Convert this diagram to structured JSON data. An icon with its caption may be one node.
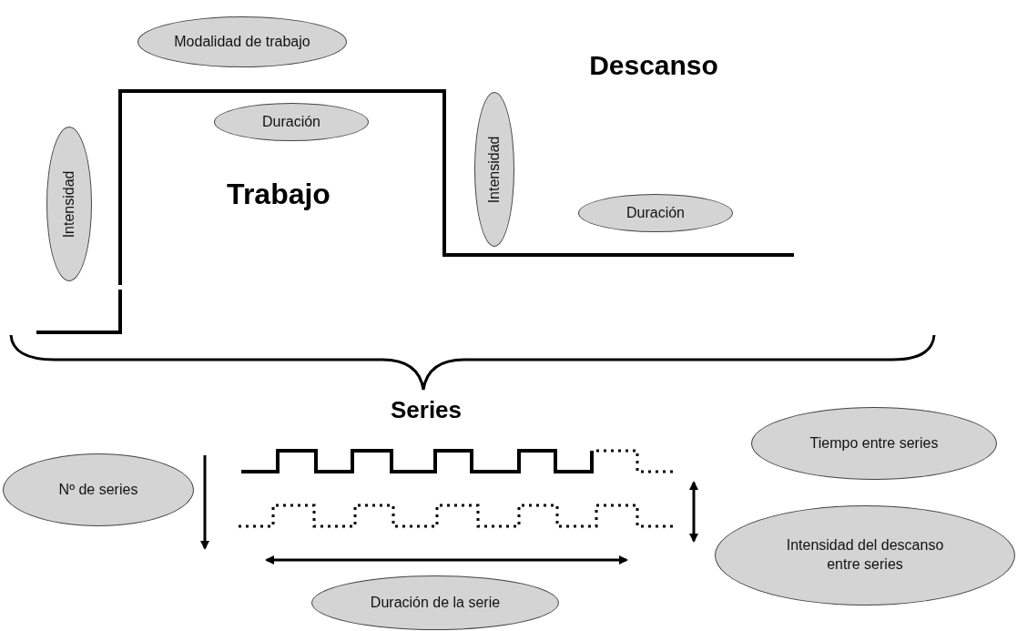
{
  "diagram": {
    "nodes": [
      {
        "text": [
          "Modalidad de trabajo"
        ]
      },
      {
        "text": [
          "Duración"
        ]
      },
      {
        "text": [
          "Intensidad"
        ]
      },
      {
        "text": [
          "Intensidad"
        ]
      },
      {
        "text": [
          "Duración"
        ]
      },
      {
        "text": [
          "Tiempo entre series"
        ]
      },
      {
        "text": [
          "Nº de series"
        ]
      },
      {
        "text": [
          "Intensidad del descanso entre series"
        ]
      },
      {
        "text": [
          "Duración de la serie"
        ]
      }
    ],
    "labels": [
      "Descanso",
      "Trabajo",
      "Series"
    ]
  }
}
